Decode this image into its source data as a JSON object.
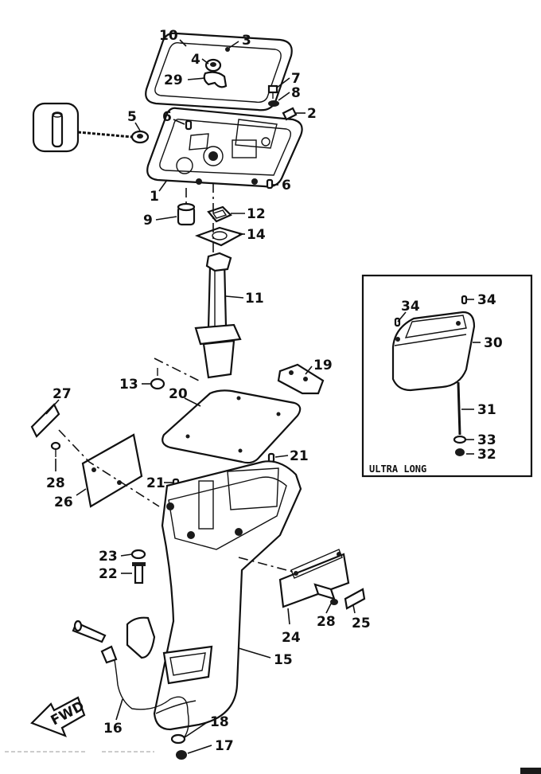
{
  "diagram": {
    "part_labels": [
      "1",
      "2",
      "3",
      "4",
      "5",
      "6",
      "6",
      "7",
      "8",
      "9",
      "10",
      "11",
      "12",
      "13",
      "14",
      "15",
      "16",
      "17",
      "18",
      "19",
      "20",
      "21",
      "21",
      "22",
      "23",
      "24",
      "25",
      "26",
      "27",
      "28",
      "28",
      "29",
      "30",
      "31",
      "32",
      "33",
      "34",
      "34"
    ],
    "inset_title": "ULTRA LONG",
    "fwd_label": "FWD"
  }
}
